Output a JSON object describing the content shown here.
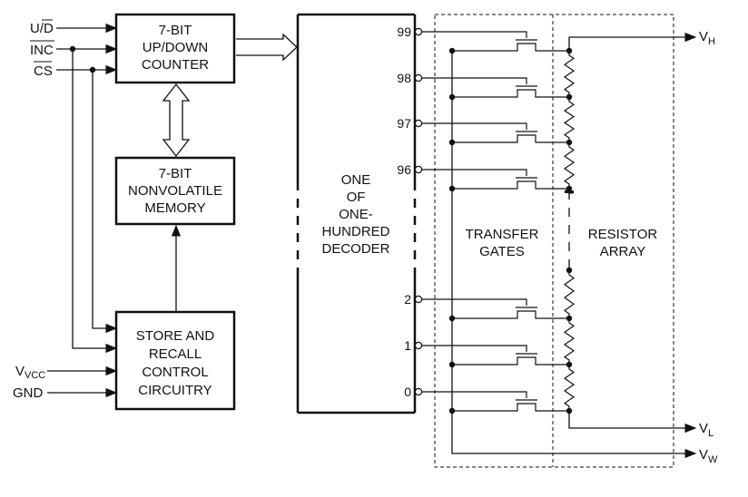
{
  "inputs": {
    "ud": "U/D",
    "inc": "INC",
    "cs": "CS",
    "vcc": "VCC",
    "gnd": "GND"
  },
  "blocks": {
    "counter": [
      "7-BIT",
      "UP/DOWN",
      "COUNTER"
    ],
    "memory": [
      "7-BIT",
      "NONVOLATILE",
      "MEMORY"
    ],
    "store": [
      "STORE AND",
      "RECALL",
      "CONTROL",
      "CIRCUITRY"
    ],
    "decoder": [
      "ONE",
      "OF",
      "ONE-",
      "HUNDRED",
      "DECODER"
    ],
    "transfer": [
      "TRANSFER",
      "GATES"
    ],
    "resistor": [
      "RESISTOR",
      "ARRAY"
    ]
  },
  "taps": [
    "99",
    "98",
    "97",
    "96",
    "2",
    "1",
    "0"
  ],
  "outputs": {
    "vh": "V",
    "vh_sub": "H",
    "vl": "V",
    "vl_sub": "L",
    "vw": "V",
    "vw_sub": "W"
  },
  "colors": {
    "line": "#111111",
    "background": "#ffffff"
  }
}
